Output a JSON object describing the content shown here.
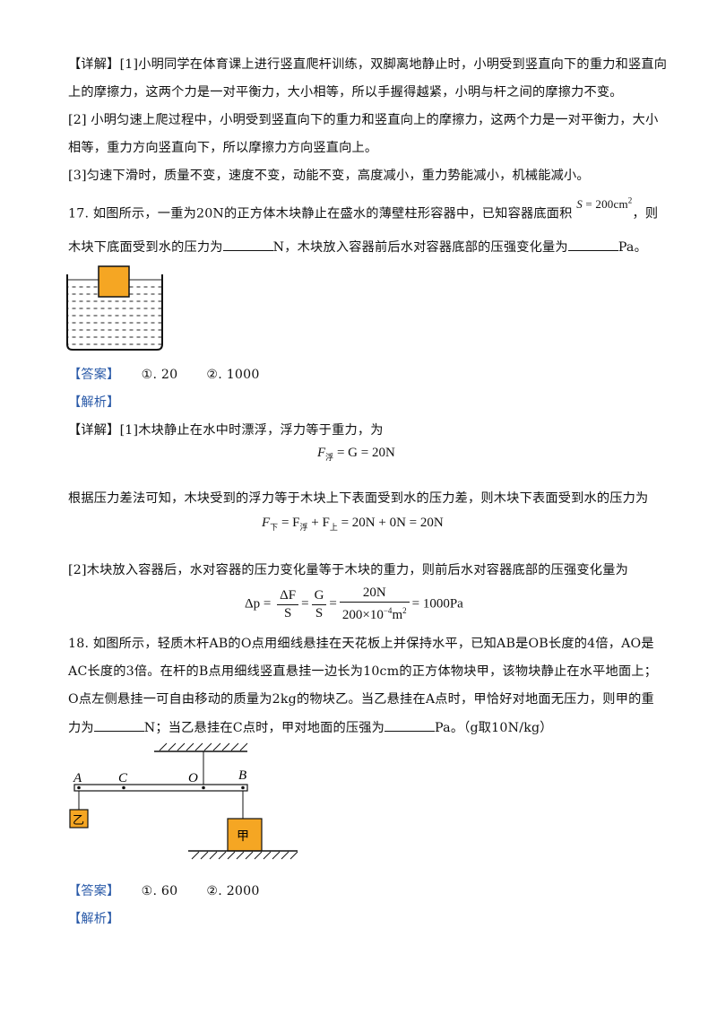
{
  "p16": {
    "line1_tag": "【详解】",
    "line1": "[1]小明同学在体育课上进行竖直爬杆训练，双脚离地静止时，小明受到竖直向下的重力和竖直向",
    "line2": "上的摩擦力，这两个力是一对平衡力，大小相等，所以手握得越紧，小明与杆之间的摩擦力不变。",
    "line3": "[2]  小明匀速上爬过程中，小明受到竖直向下的重力和竖直向上的摩擦力，这两个力是一对平衡力，大小",
    "line4": "相等，重力方向竖直向下，所以摩擦力方向竖直向上。",
    "line5": "[3]匀速下滑时，质量不变，速度不变，动能不变，高度减小，重力势能减小，机械能减小。"
  },
  "q17": {
    "stem_a": "17. 如图所示，一重为20N的正方体木块静止在盛水的薄壁柱形容器中，已知容器底面积",
    "area_s": "S",
    "area_val": " = 200cm",
    "area_exp": "2",
    "stem_b": "，则",
    "stem_c": "木块下底面受到水的压力为",
    "stem_d": "N，木块放入容器前后水对容器底部的压强变化量为",
    "stem_e": "Pa。",
    "answer_tag": "【答案】",
    "answer_1": "①. 20",
    "answer_2": "②. 1000",
    "analysis_tag": "【解析】",
    "detail_tag": "【详解】",
    "detail_1": "[1]木块静止在水中时漂浮，浮力等于重力，为",
    "eq1_lhs": "F",
    "eq1_sub": "浮",
    "eq1_rhs": " = G = 20N",
    "text_2": "根据压力差法可知，木块受到的浮力等于木块上下表面受到水的压力差，则木块下表面受到水的压力为",
    "eq2_f1": "F",
    "eq2_s1": "下",
    "eq2_mid": " = F",
    "eq2_s2": "浮",
    "eq2_plus": " + F",
    "eq2_s3": "上",
    "eq2_end": " = 20N + 0N = 20N",
    "text_3": "[2]木块放入容器后，水对容器的压力变化量等于木块的重力，则前后水对容器底部的压强变化量为",
    "eq3_lhs": "Δp = ",
    "eq3_f1n": "ΔF",
    "eq3_f1d": "S",
    "eq3_f2n": "G",
    "eq3_f2d": "S",
    "eq3_f3n": "20N",
    "eq3_f3d_a": "200×10",
    "eq3_f3d_exp": "−4",
    "eq3_f3d_b": "m",
    "eq3_f3d_exp2": "2",
    "eq3_rhs": "= 1000Pa"
  },
  "q18": {
    "line1": "18. 如图所示，轻质木杆AB的O点用细线悬挂在天花板上并保持水平，已知AB是OB长度的4倍，AO是",
    "line2": "AC长度的3倍。在杆的B点用细线竖直悬挂一边长为10cm的正方体物块甲，该物块静止在水平地面上；",
    "line3": "O点左侧悬挂一可自由移动的质量为2kg的物块乙。当乙悬挂在A点时，甲恰好对地面无压力，则甲的重",
    "line4_a": "力为",
    "line4_b": "N；当乙悬挂在C点时，甲对地面的压强为",
    "line4_c": "Pa。（g取10N/kg）",
    "label_a": "A",
    "label_c": "C",
    "label_o": "O",
    "label_b": "B",
    "block_yi": "乙",
    "block_jia": "甲",
    "answer_tag": "【答案】",
    "answer_1": "①. 60",
    "answer_2": "②. 2000",
    "analysis_tag": "【解析】"
  },
  "colors": {
    "tag_blue": "#2a5aa8",
    "block_orange": "#f5a623"
  }
}
